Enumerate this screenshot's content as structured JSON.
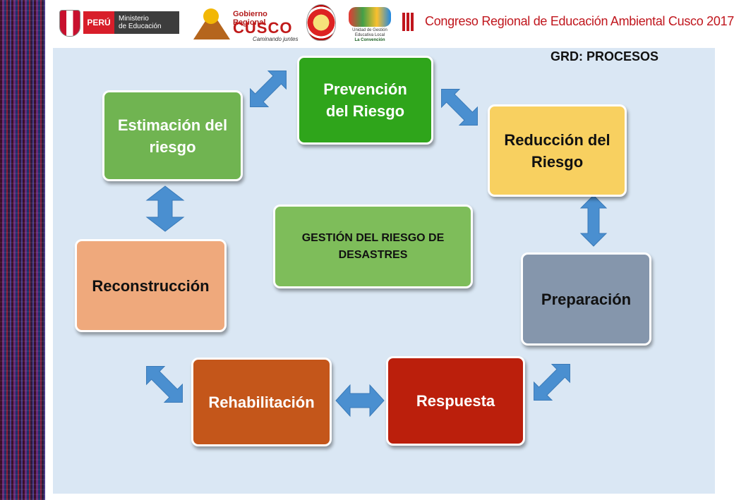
{
  "header": {
    "peru_label": "PERÚ",
    "ministerio_line1": "Ministerio",
    "ministerio_line2": "de Educación",
    "gobierno_regional": "Gobierno Regional",
    "cusco": "CUSCO",
    "slogan": "Caminando juntes",
    "ugel_line": "Unidad de Gestión Educativa Local",
    "ugel_place": "La Convención",
    "congress_numeral": "III",
    "congress_title": "Congreso Regional de Educación Ambiental Cusco 2017"
  },
  "slide": {
    "title": "GRD: PROCESOS",
    "center": "GESTIÓN DEL RIESGO DE DESASTRES",
    "nodes": {
      "prevencion": "Prevención del Riesgo",
      "reduccion": "Reducción del Riesgo",
      "preparacion": "Preparación",
      "respuesta": "Respuesta",
      "rehabilitacion": "Rehabilitación",
      "reconstruccion": "Reconstrucción",
      "estimacion": "Estimación del riesgo"
    }
  },
  "colors": {
    "prevencion": "#2fa51b",
    "reduccion": "#f8d060",
    "preparacion": "#8596ac",
    "respuesta": "#bb1f0c",
    "rehabilitacion": "#c4561a",
    "reconstruccion": "#efa97c",
    "estimacion": "#70b451",
    "center": "#7ebd5a",
    "arrow": "#4a8fd0"
  }
}
